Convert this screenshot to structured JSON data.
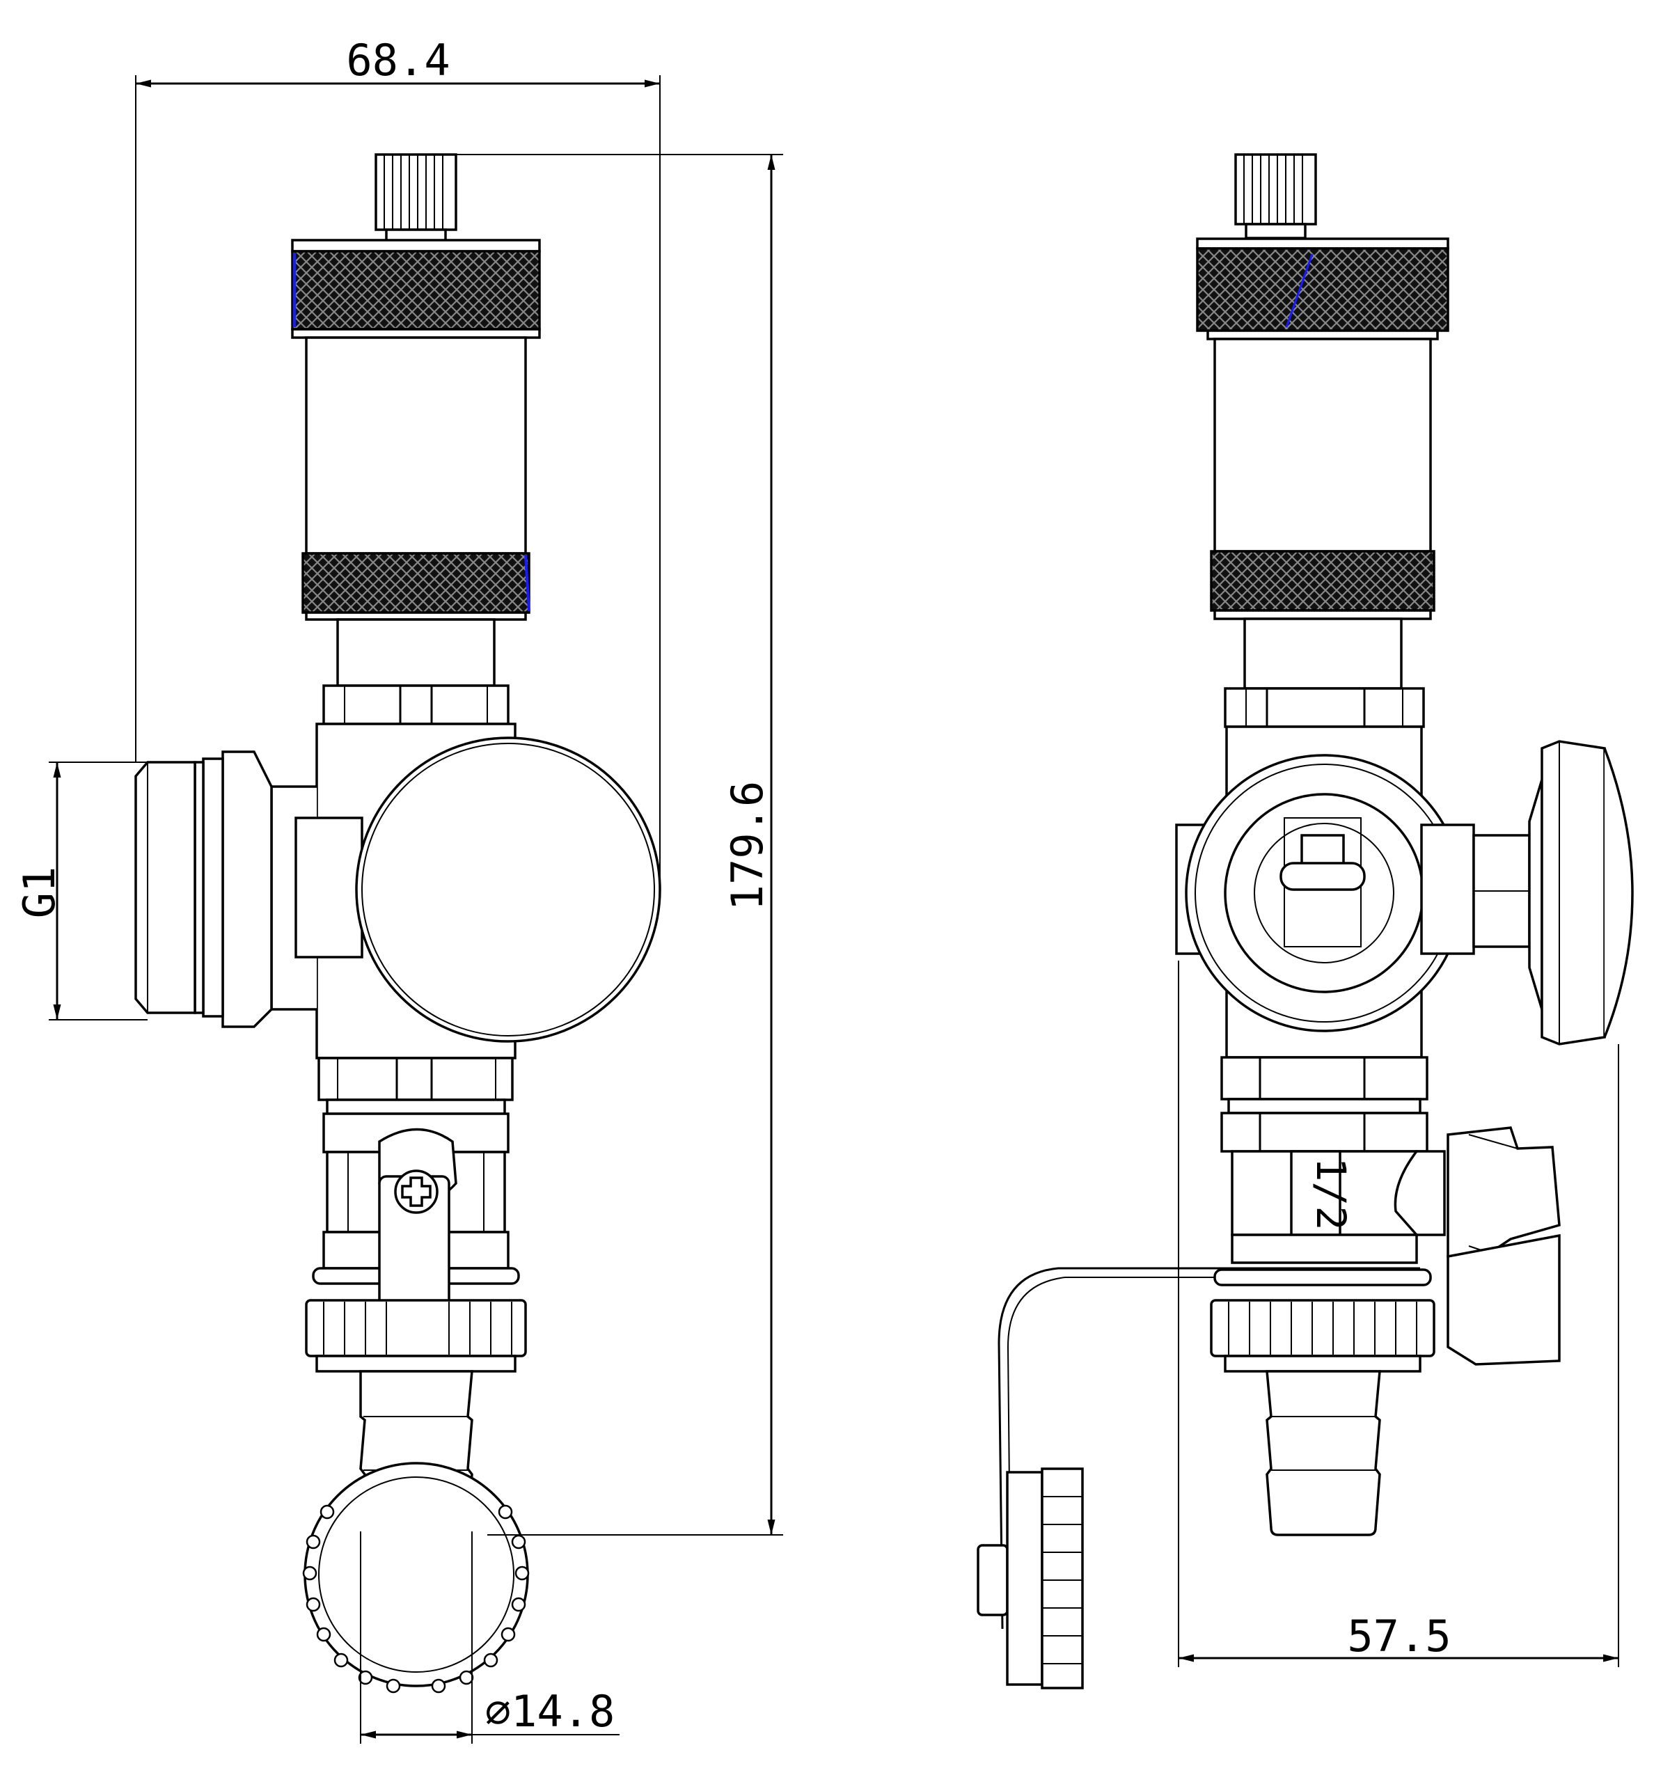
{
  "dimensions": {
    "overall_width": "68.4",
    "overall_height": "179.6",
    "thread_size": "G1",
    "hose_diameter": "∅14.8",
    "side_depth": "57.5"
  },
  "markings": {
    "port_size": "1/2"
  },
  "colors": {
    "line": "#000000",
    "knurl": "#222222",
    "highlight": "#1a1aff",
    "background": "#ffffff"
  }
}
